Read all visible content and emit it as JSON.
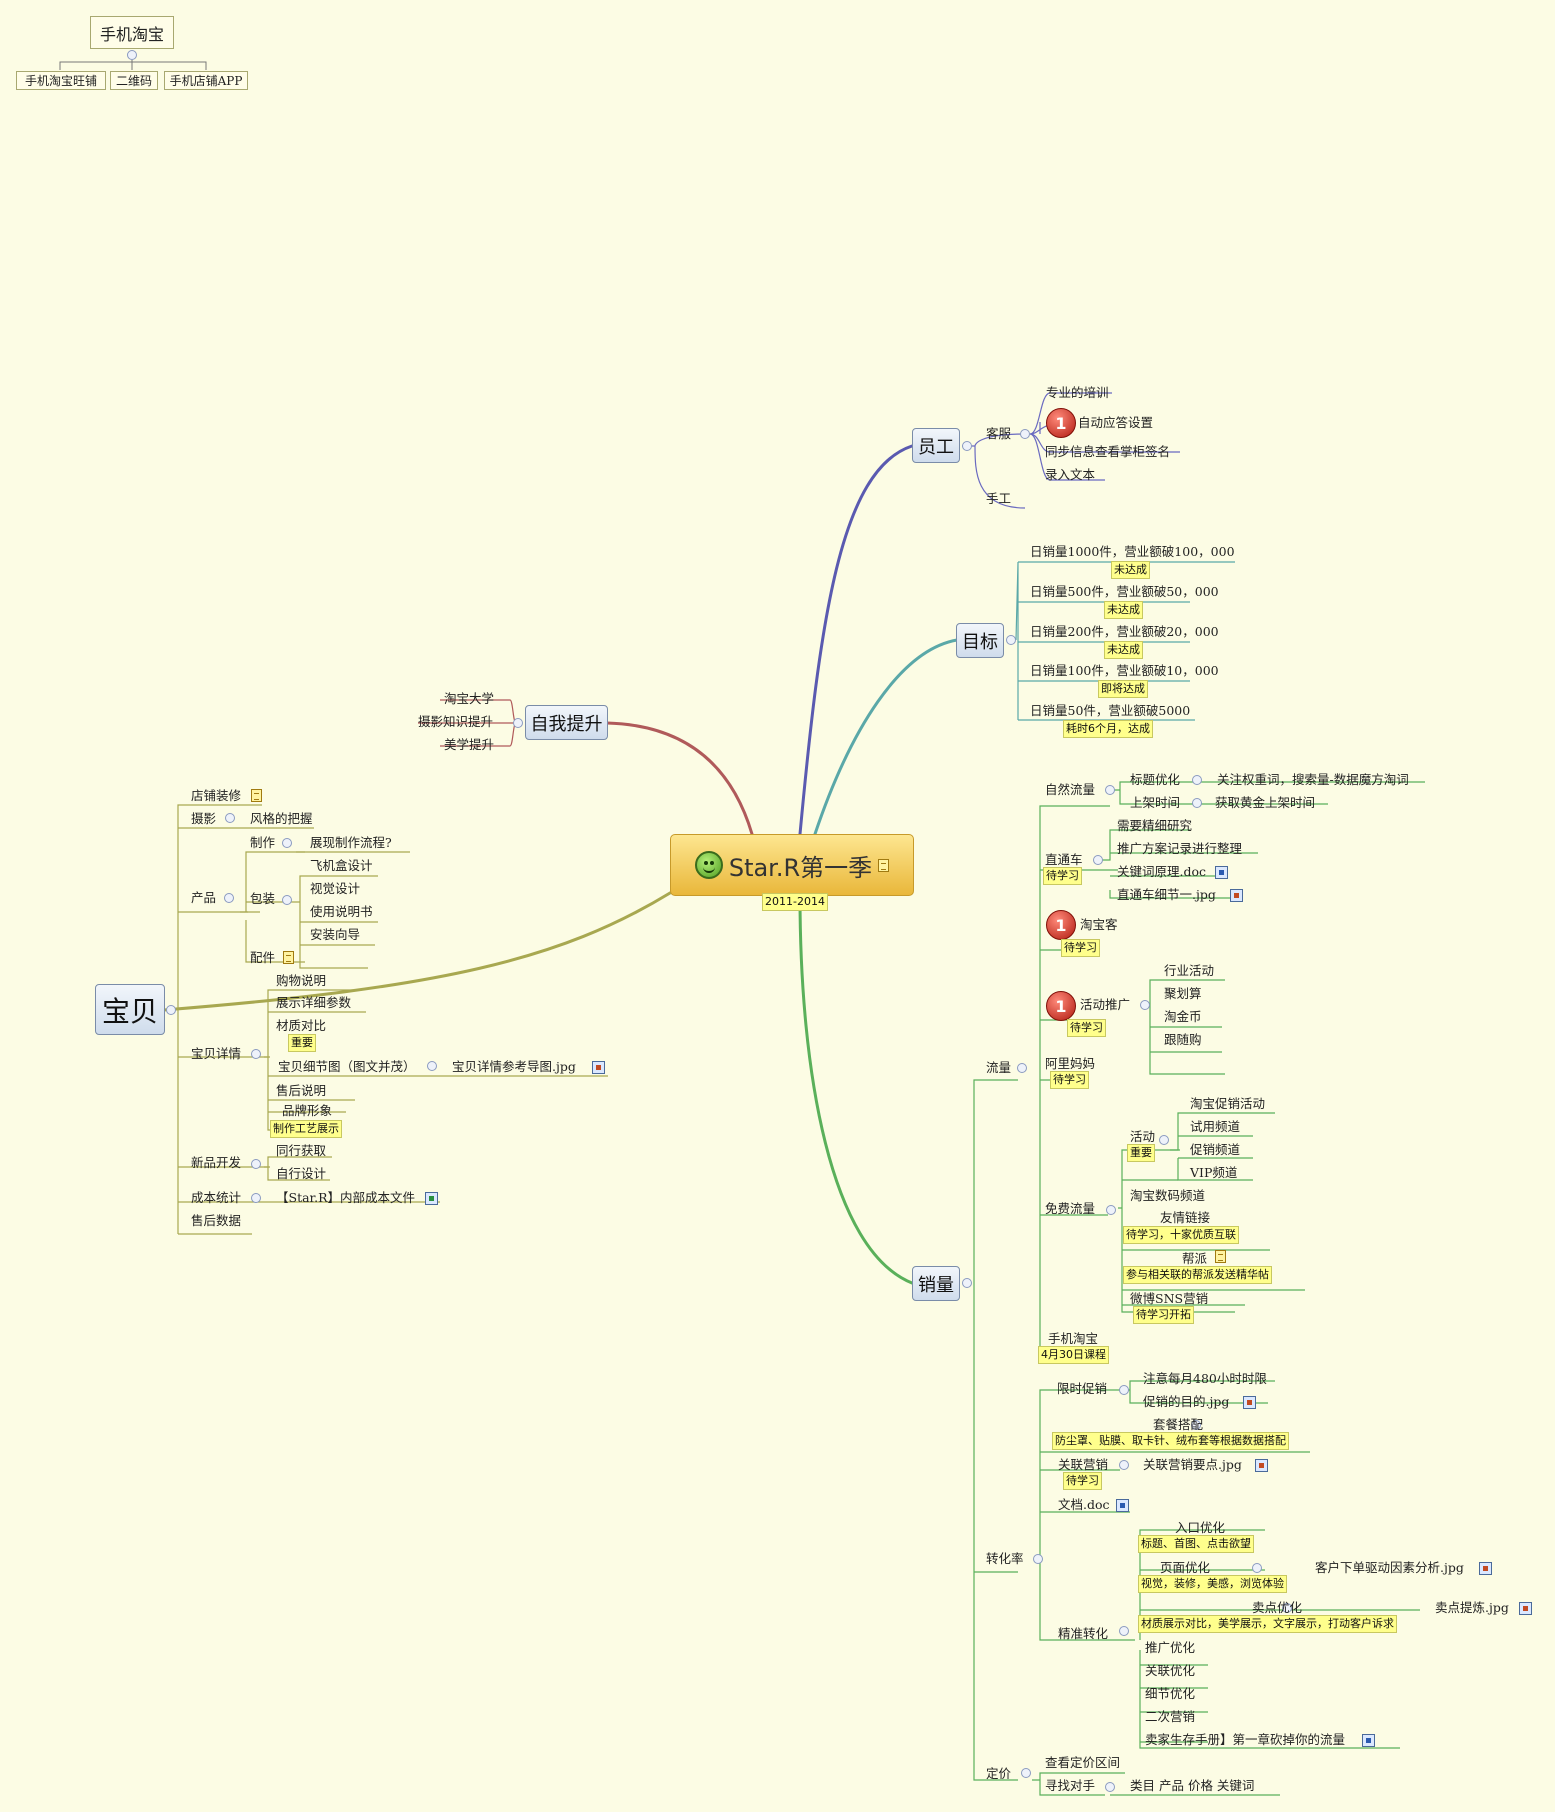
{
  "diagram": {
    "central": {
      "title": "Star.R第一季",
      "years": "2011-2014"
    },
    "floating": {
      "root": "手机淘宝",
      "children": [
        "手机淘宝旺铺",
        "二维码",
        "手机店铺APP"
      ]
    },
    "yuangong": {
      "title": "员工",
      "kefu": "客服",
      "kefu_items": [
        "专业的培训",
        "自动应答设置",
        "同步信息查看掌柜签名",
        "录入文本"
      ],
      "shougong": "手工"
    },
    "mubiao": {
      "title": "目标",
      "items": [
        "日销量1000件，营业额破100，000",
        "日销量500件，营业额破50，000",
        "日销量200件，营业额破20，000",
        "日销量100件，营业额破10，000",
        "日销量50件，营业额破5000"
      ],
      "labels": [
        "未达成",
        "未达成",
        "未达成",
        "即将达成",
        "耗时6个月，达成"
      ]
    },
    "ziwo": {
      "title": "自我提升",
      "items": [
        "淘宝大学",
        "摄影知识提升",
        "美学提升"
      ]
    },
    "baobei": {
      "title": "宝贝",
      "dianpu": "店铺装修",
      "sheying": "摄影",
      "fengge": "风格的把握",
      "chanpin": "产品",
      "zhizuo": "制作",
      "liucheng": "展现制作流程?",
      "baozhuang": "包装",
      "baozhuang_items": [
        "飞机盒设计",
        "视觉设计",
        "使用说明书",
        "安装向导"
      ],
      "peijian": "配件",
      "xiangqing": "宝贝详情",
      "xiangqing_items": [
        "购物说明",
        "展示详细参数",
        "材质对比",
        "宝贝细节图（图文并茂）",
        "售后说明",
        "品牌形象"
      ],
      "xijie_child": "宝贝详情参考导图.jpg",
      "label_zhongyao": "重要",
      "label_gongyi": "制作工艺展示",
      "xinpin": "新品开发",
      "xinpin_items": [
        "同行获取",
        "自行设计"
      ],
      "chengben": "成本统计",
      "chengben_child": "【Star.R】内部成本文件",
      "shouhou": "售后数据"
    },
    "xiaoliang": {
      "title": "销量",
      "liuliang": "流量",
      "ziran": "自然流量",
      "ziran_items": [
        "标题优化",
        "上架时间"
      ],
      "ziran_children": [
        "关注权重词，搜索量-数据魔方淘词",
        "获取黄金上架时间"
      ],
      "zhitongche": "直通车",
      "ztc_items": [
        "需要精细研究",
        "推广方案记录进行整理",
        "关键词原理.doc",
        "直通车细节一.jpg"
      ],
      "taobaoke": "淘宝客",
      "huodong_tuiguang": "活动推广",
      "huodong_items": [
        "行业活动",
        "聚划算",
        "淘金币",
        "跟随购"
      ],
      "alimama": "阿里妈妈",
      "mianfei": "免费流量",
      "huodong": "活动",
      "huodong2_items": [
        "淘宝促销活动",
        "试用频道",
        "促销频道",
        "VIP频道"
      ],
      "mianfei_items": [
        "淘宝数码频道",
        "友情链接",
        "帮派",
        "微博SNS营销"
      ],
      "shouji": "手机淘宝",
      "labels": {
        "daixuexi": "待学习",
        "zhongyao": "重要",
        "youqing": "待学习，十家优质互联",
        "bangpai": "参与相关联的帮派发送精华帖",
        "weibo": "待学习开拓",
        "shouji": "4月30日课程"
      },
      "zhuanhua": "转化率",
      "xianshi": "限时促销",
      "xianshi_items": [
        "注意每月480小时时限",
        "促销的目的.jpg"
      ],
      "taocan": "套餐搭配",
      "taocan_label": "防尘罩、贴膜、取卡针、绒布套等根据数据搭配",
      "guanlian": "关联营销",
      "guanlian_child": "关联营销要点.jpg",
      "wendang": "文档.doc",
      "jingzhun": "精准转化",
      "rukou": "入口优化",
      "rukou_label": "标题、首图、点击欲望",
      "yemian": "页面优化",
      "yemian_child": "客户下单驱动因素分析.jpg",
      "yemian_label": "视觉，装修，美感，浏览体验",
      "maidian": "卖点优化",
      "maidian_child": "卖点提炼.jpg",
      "maidian_label": "材质展示对比，美学展示，文字展示，打动客户诉求",
      "jingzhun_items": [
        "推广优化",
        "关联优化",
        "细节优化",
        "二次营销",
        "卖家生存手册】第一章砍掉你的流量"
      ],
      "dingjia": "定价",
      "dingjia_items": [
        "查看定价区间",
        "寻找对手"
      ],
      "duishou_child": "类目 产品 价格 关键词"
    }
  }
}
